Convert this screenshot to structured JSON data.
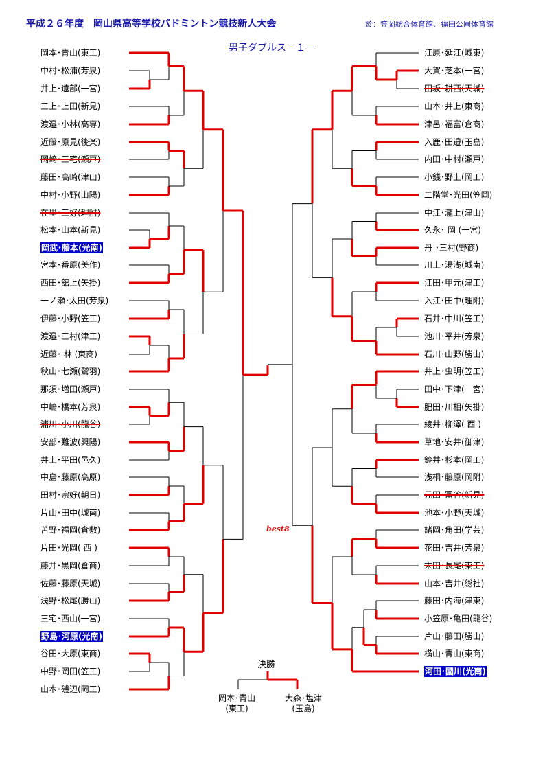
{
  "header": {
    "title": "平成２６年度　岡山県高等学校バドミントン競技新人大会",
    "venue": "於：笠岡総合体育館、福田公園体育館"
  },
  "event": {
    "title": "男子ダブルス－１－"
  },
  "left_entries": [
    "岡本･青山(東工)",
    "中村･松浦(芳泉)",
    "井上･遠部(一宮)",
    "三上･上田(新見)",
    "渡邉･小林(高専)",
    "近藤･原見(後楽)",
    "岡崎･三宅(瀬戸)",
    "藤田･高崎(津山)",
    "中村･小野(山陽)",
    "在里･三好(理附)",
    "松本･山本(新見)",
    "岡武･藤本(光南)",
    "宮本･番原(美作)",
    "西田･舘上(矢掛)",
    "一ノ瀬･太田(芳泉)",
    "伊藤･小野(笠工)",
    "渡邉･三村(津工)",
    "近藤･ 林 (東商)",
    "秋山･七瀬(鷲羽)",
    "那須･増田(瀬戸)",
    "中嶋･橋本(芳泉)",
    "浦川･小川(龍谷)",
    "安部･難波(興陽)",
    "井上･平田(邑久)",
    "中島･藤原(高原)",
    "田村･宗好(朝日)",
    "片山･田中(城南)",
    "苫野･福岡(倉敷)",
    "片田･光岡( 西 )",
    "藤井･黒岡(倉商)",
    "佐藤･藤原(天城)",
    "浅野･松尾(勝山)",
    "三宅･西山(一宮)",
    "野島･河原(光南)",
    "谷田･大原(東商)",
    "中野･岡田(笠工)",
    "山本･磯辺(岡工)"
  ],
  "right_entries": [
    "江原･延江(城東)",
    "大賀･芝本(一宮)",
    "田坂･耕西(天城)",
    "山本･井上(東商)",
    "津呂･福富(倉商)",
    "入鹿･田邉(玉島)",
    "内田･中村(瀬戸)",
    "小銭･野上(岡工)",
    "二階堂･光田(笠岡)",
    "中江･瀧上(津山)",
    "久永･ 岡 (一宮)",
    "丹 ･三村(野商)",
    "川上･湯浅(城南)",
    "江田･甲元(津工)",
    "入江･田中(理附)",
    "石井･中川(笠工)",
    "池川･平井(芳泉)",
    "石川･山野(勝山)",
    "井上･虫明(笠工)",
    "田中･下津(一宮)",
    "肥田･川相(矢掛)",
    "綾井･柳澤( 西 )",
    "草地･安井(御津)",
    "鈴井･杉本(岡工)",
    "浅桐･藤原(岡附)",
    "元田･冨谷(新見)",
    "池本･小野(天城)",
    "諸岡･角田(学芸)",
    "花田･吉井(芳泉)",
    "末田･長尾(東工)",
    "山本･吉井(総社)",
    "藤田･内海(津東)",
    "小笠原･亀田(龍谷)",
    "片山･藤田(勝山)",
    "横山･青山(東商)",
    "河田･國川(光南)"
  ],
  "best8_label": "best8",
  "final": {
    "title": "決勝",
    "left_names": "岡本･青山",
    "left_school": "(東工)",
    "right_names": "大森･塩津",
    "right_school": "(玉島)"
  },
  "colors": {
    "header": "#1a1aa8",
    "win_line": "#e00000",
    "highlight": "#0000c8"
  }
}
